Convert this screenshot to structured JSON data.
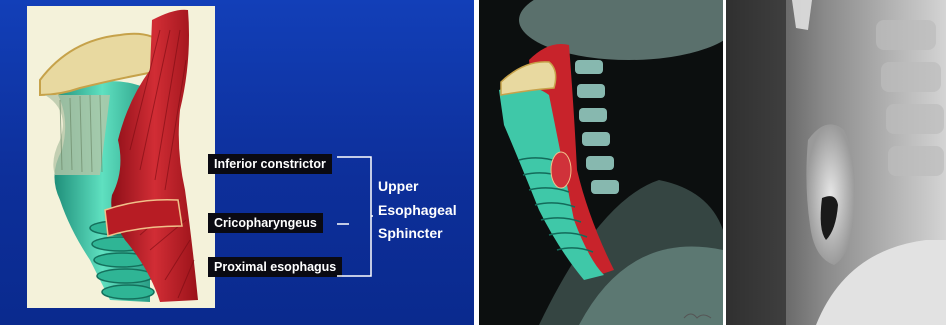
{
  "panel1": {
    "labels": [
      "Inferior constrictor",
      "Cricopharyngeus",
      "Proximal esophagus"
    ],
    "group_label": [
      "Upper",
      "Esophageal",
      "Sphincter"
    ]
  },
  "colors": {
    "slide_blue": "#0f35a8",
    "muscle_red": "#c8232b",
    "cartilage_teal": "#3fc8a8",
    "illustration_bg": "#f3f2d9"
  },
  "icons": {
    "illustration": "pharynx-anatomy-illustration",
    "xray_overlay": "neck-xray-anatomy-overlay",
    "radiograph": "barium-swallow-radiograph"
  }
}
